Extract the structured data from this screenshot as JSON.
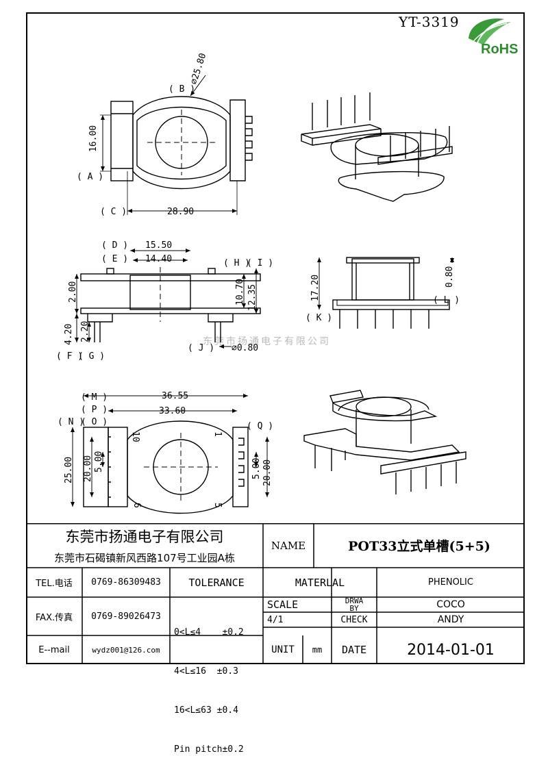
{
  "header": {
    "part_number": "YT-3319",
    "rohs_logo_text": "RoHS"
  },
  "watermark": "东莞市扬通电子有限公司",
  "top_view": {
    "diameter": "⌀25.80",
    "height": "16.00",
    "width": "28.90",
    "labels": {
      "a": "( A )",
      "b": "( B )",
      "c": "( C )"
    }
  },
  "side_view": {
    "d_value": "15.50",
    "e_value": "14.40",
    "height_1": "10.70",
    "height_2": "12.35",
    "flange": "2.00",
    "pin_len_1": "4.20",
    "pin_len_2": "2.20",
    "pin_dia": "⌀0.80",
    "labels": {
      "d": "( D )",
      "e": "( E )",
      "h": "( H )",
      "i": "( I )",
      "f": "( F )",
      "g": "( G )",
      "j": "( J )"
    }
  },
  "right_side_view": {
    "height": "17.20",
    "thickness": "0.80",
    "labels": {
      "k": "( K )",
      "l": "( L )"
    }
  },
  "bottom_view": {
    "overall_width": "36.55",
    "pin_span": "33.60",
    "overall_height": "25.00",
    "left_pin_span": "20.00",
    "left_pitch": "5.00",
    "right_pitch": "5.00",
    "right_pin_span": "20.00",
    "pin_labels": {
      "p10": "10",
      "p1": "1",
      "p6": "6",
      "p5": "5"
    },
    "labels": {
      "m": "( M )",
      "p": "( P )",
      "n": "( N )",
      "o": "( O )",
      "q": "( Q )"
    }
  },
  "title_block": {
    "company_name": "东莞市扬通电子有限公司",
    "address": "东莞市石碣镇新风西路107号工业园A栋",
    "name_label": "NAME",
    "name_value": "POT33立式单槽(5+5)",
    "tel_label": "TEL.电话",
    "tel_value": "0769-86309483",
    "fax_label": "FAX.传真",
    "fax_value": "0769-89026473",
    "email_label": "E--mail",
    "email_value": "wydz001@126.com",
    "tolerance_label": "TOLERANCE",
    "tolerance_rows": [
      "0<L≤4    ±0.2",
      "4<L≤16  ±0.3",
      "16<L≤63 ±0.4",
      "Pin pitch±0.2"
    ],
    "material_label": "MATERLAL",
    "material_value": "PHENOLIC",
    "scale_label": "SCALE",
    "scale_value": "4/1",
    "drawn_by_label_1": "DRWA",
    "drawn_by_label_2": "BY",
    "drawn_by_value": "COCO",
    "check_label": "CHECK",
    "check_value": "ANDY",
    "unit_label": "UNIT",
    "unit_value": "mm",
    "date_label": "DATE",
    "date_value": "2014-01-01"
  }
}
